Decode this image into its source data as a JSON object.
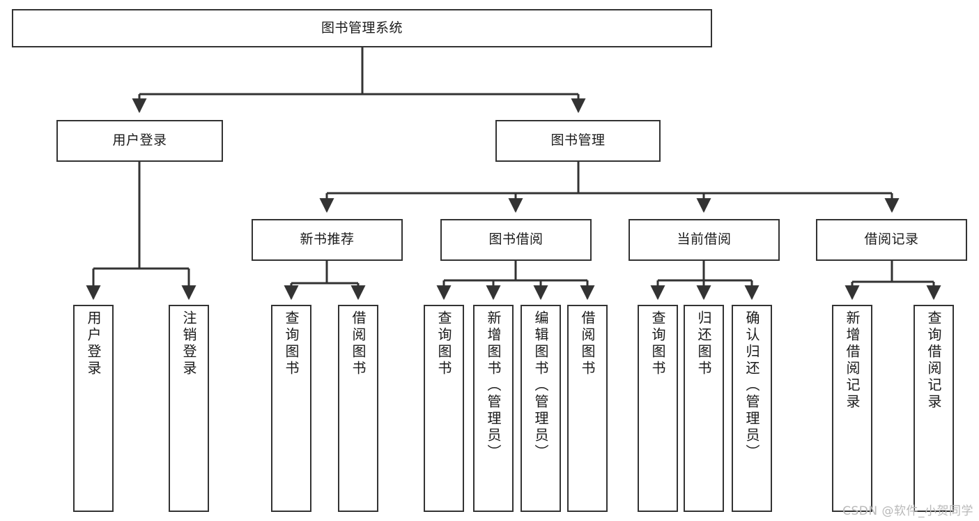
{
  "diagram": {
    "title": "图书管理系统",
    "watermark": "CSDN @软件_小贺同学",
    "colors": {
      "background": "#ffffff",
      "box_border": "#333333",
      "box_fill": "#ffffff",
      "text": "#1a1a1a",
      "connector": "#333333",
      "watermark": "#b9b9b9"
    },
    "root": {
      "label": "图书管理系统"
    },
    "level2": [
      {
        "label": "用户登录"
      },
      {
        "label": "图书管理"
      }
    ],
    "level3": [
      {
        "label": "新书推荐"
      },
      {
        "label": "图书借阅"
      },
      {
        "label": "当前借阅"
      },
      {
        "label": "借阅记录"
      }
    ],
    "leaves": {
      "user_login": [
        {
          "label": "用户登录"
        },
        {
          "label": "注销登录"
        }
      ],
      "new_book_recommend": [
        {
          "label": "查询图书"
        },
        {
          "label": "借阅图书"
        }
      ],
      "book_borrow": [
        {
          "label": "查询图书"
        },
        {
          "label": "新增图书（管理员）"
        },
        {
          "label": "编辑图书（管理员）"
        },
        {
          "label": "借阅图书"
        }
      ],
      "current_borrow": [
        {
          "label": "查询图书"
        },
        {
          "label": "归还图书"
        },
        {
          "label": "确认归还（管理员）"
        }
      ],
      "borrow_record": [
        {
          "label": "新增借阅记录"
        },
        {
          "label": "查询借阅记录"
        }
      ]
    }
  }
}
